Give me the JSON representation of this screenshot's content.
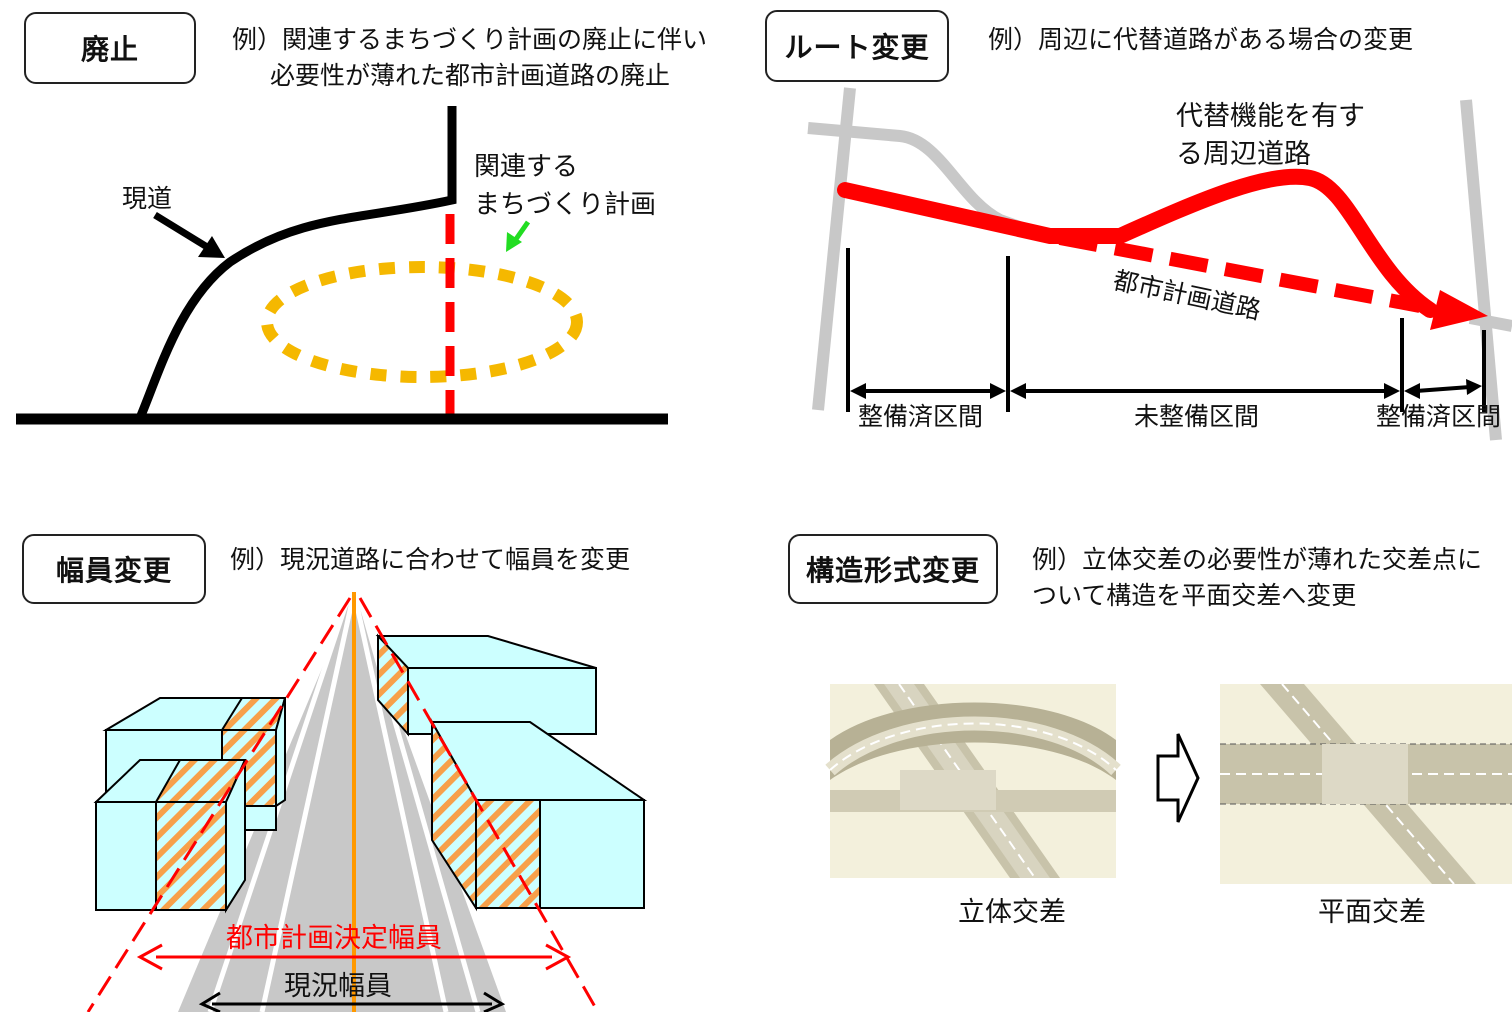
{
  "abolition": {
    "tag": "廃止",
    "desc_line1": "例）関連するまちづくり計画の廃止に伴い",
    "desc_line2": "必要性が薄れた都市計画道路の廃止",
    "existing_road_label": "現道",
    "plan_label_line1": "関連する",
    "plan_label_line2": "まちづくり計画"
  },
  "route_change": {
    "tag": "ルート変更",
    "desc": "例）周辺に代替道路がある場合の変更",
    "alt_road_line1": "代替機能を有す",
    "alt_road_line2": "る周辺道路",
    "city_road_label": "都市計画道路",
    "sections": [
      "整備済区間",
      "未整備区間",
      "整備済区間"
    ]
  },
  "width_change": {
    "tag": "幅員変更",
    "desc": "例）現況道路に合わせて幅員を変更",
    "planned_width_label": "都市計画決定幅員",
    "current_width_label": "現況幅員"
  },
  "structure_change": {
    "tag": "構造形式変更",
    "desc_line1": "例）立体交差の必要性が薄れた交差点に",
    "desc_line2": "ついて構造を平面交差へ変更",
    "grade_separated_label": "立体交差",
    "at_grade_label": "平面交差"
  },
  "colors": {
    "red": "#ff0000",
    "orange_dots": "#f5b800",
    "grey_road": "#c8c8c8",
    "building": "#ccffff",
    "hatch": "#f7a04a",
    "center_line": "#ff9900"
  }
}
